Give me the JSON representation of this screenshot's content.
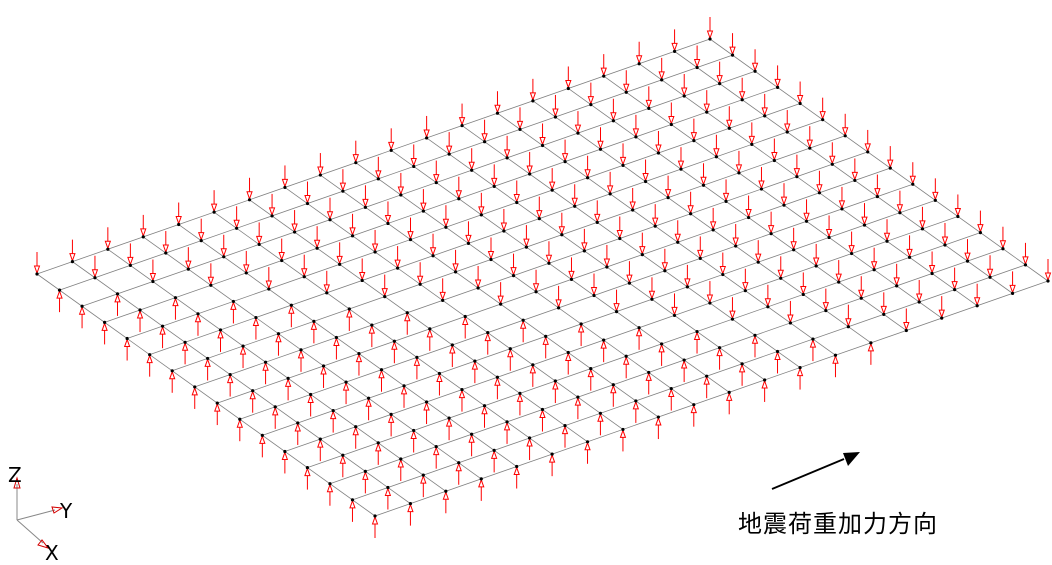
{
  "diagram": {
    "grid": {
      "rows": 15,
      "cols": 19
    },
    "load_direction_rule": "rows_minus_cols",
    "colors": {
      "grid_line": "#808080",
      "node": "#000000",
      "load_arrow": "#ff0000",
      "direction_arrow": "#000000"
    },
    "caption": "地震荷重加力方向",
    "axes": {
      "x_label": "X",
      "y_label": "Y",
      "z_label": "Z"
    }
  }
}
